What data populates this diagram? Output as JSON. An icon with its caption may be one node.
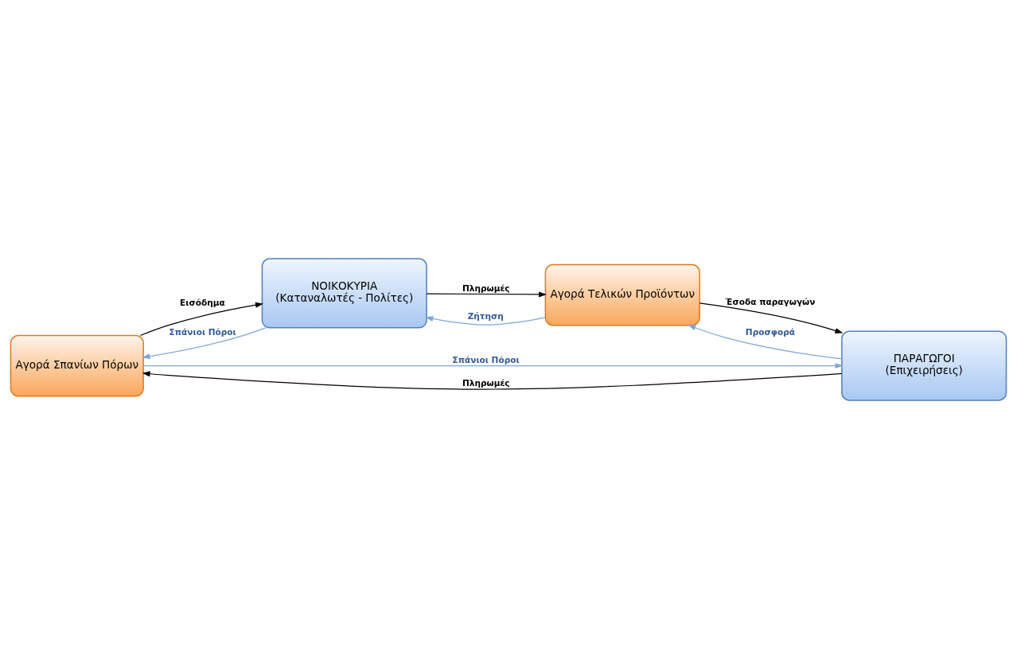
{
  "diagram": {
    "nodes": [
      {
        "text": [
          "Αγορά Σπανίων Πόρων"
        ]
      },
      {
        "text": [
          "ΝΟΙΚΟΚΥΡΙΑ",
          "(Καταναλωτές - Πολίτες)"
        ]
      },
      {
        "text": [
          "ΠΑΡΑΓΩΓΟΙ",
          "(Επιχειρήσεις)"
        ]
      },
      {
        "text": [
          "Αγορά Τελικών Προϊόντων"
        ]
      }
    ],
    "edges": [
      {
        "from": 1,
        "to": 0,
        "arrow": "to",
        "label": "Σπάνιοι Πόροι",
        "color": "#7fa6d8"
      },
      {
        "from": 0,
        "to": 2,
        "arrow": "to",
        "label": "Σπάνιοι Πόροι",
        "color": "#7fa6d8"
      },
      {
        "from": 2,
        "to": 3,
        "arrow": "to",
        "label": "Προσφορά",
        "color": "#7fa6d8"
      },
      {
        "from": 3,
        "to": 1,
        "arrow": "to",
        "label": "Ζήτηση",
        "color": "#7fa6d8"
      },
      {
        "from": 0,
        "to": 1,
        "arrow": "to",
        "label": "Εισόδημα",
        "color": "#000000"
      },
      {
        "from": 2,
        "to": 0,
        "arrow": "to",
        "label": "Πληρωμές",
        "color": "#000000"
      },
      {
        "from": 1,
        "to": 3,
        "arrow": "to",
        "label": "Πληρωμές",
        "color": "#000000"
      },
      {
        "from": 3,
        "to": 2,
        "arrow": "to",
        "label": "Έσοδα παραγωγών",
        "color": "#000000"
      }
    ]
  }
}
